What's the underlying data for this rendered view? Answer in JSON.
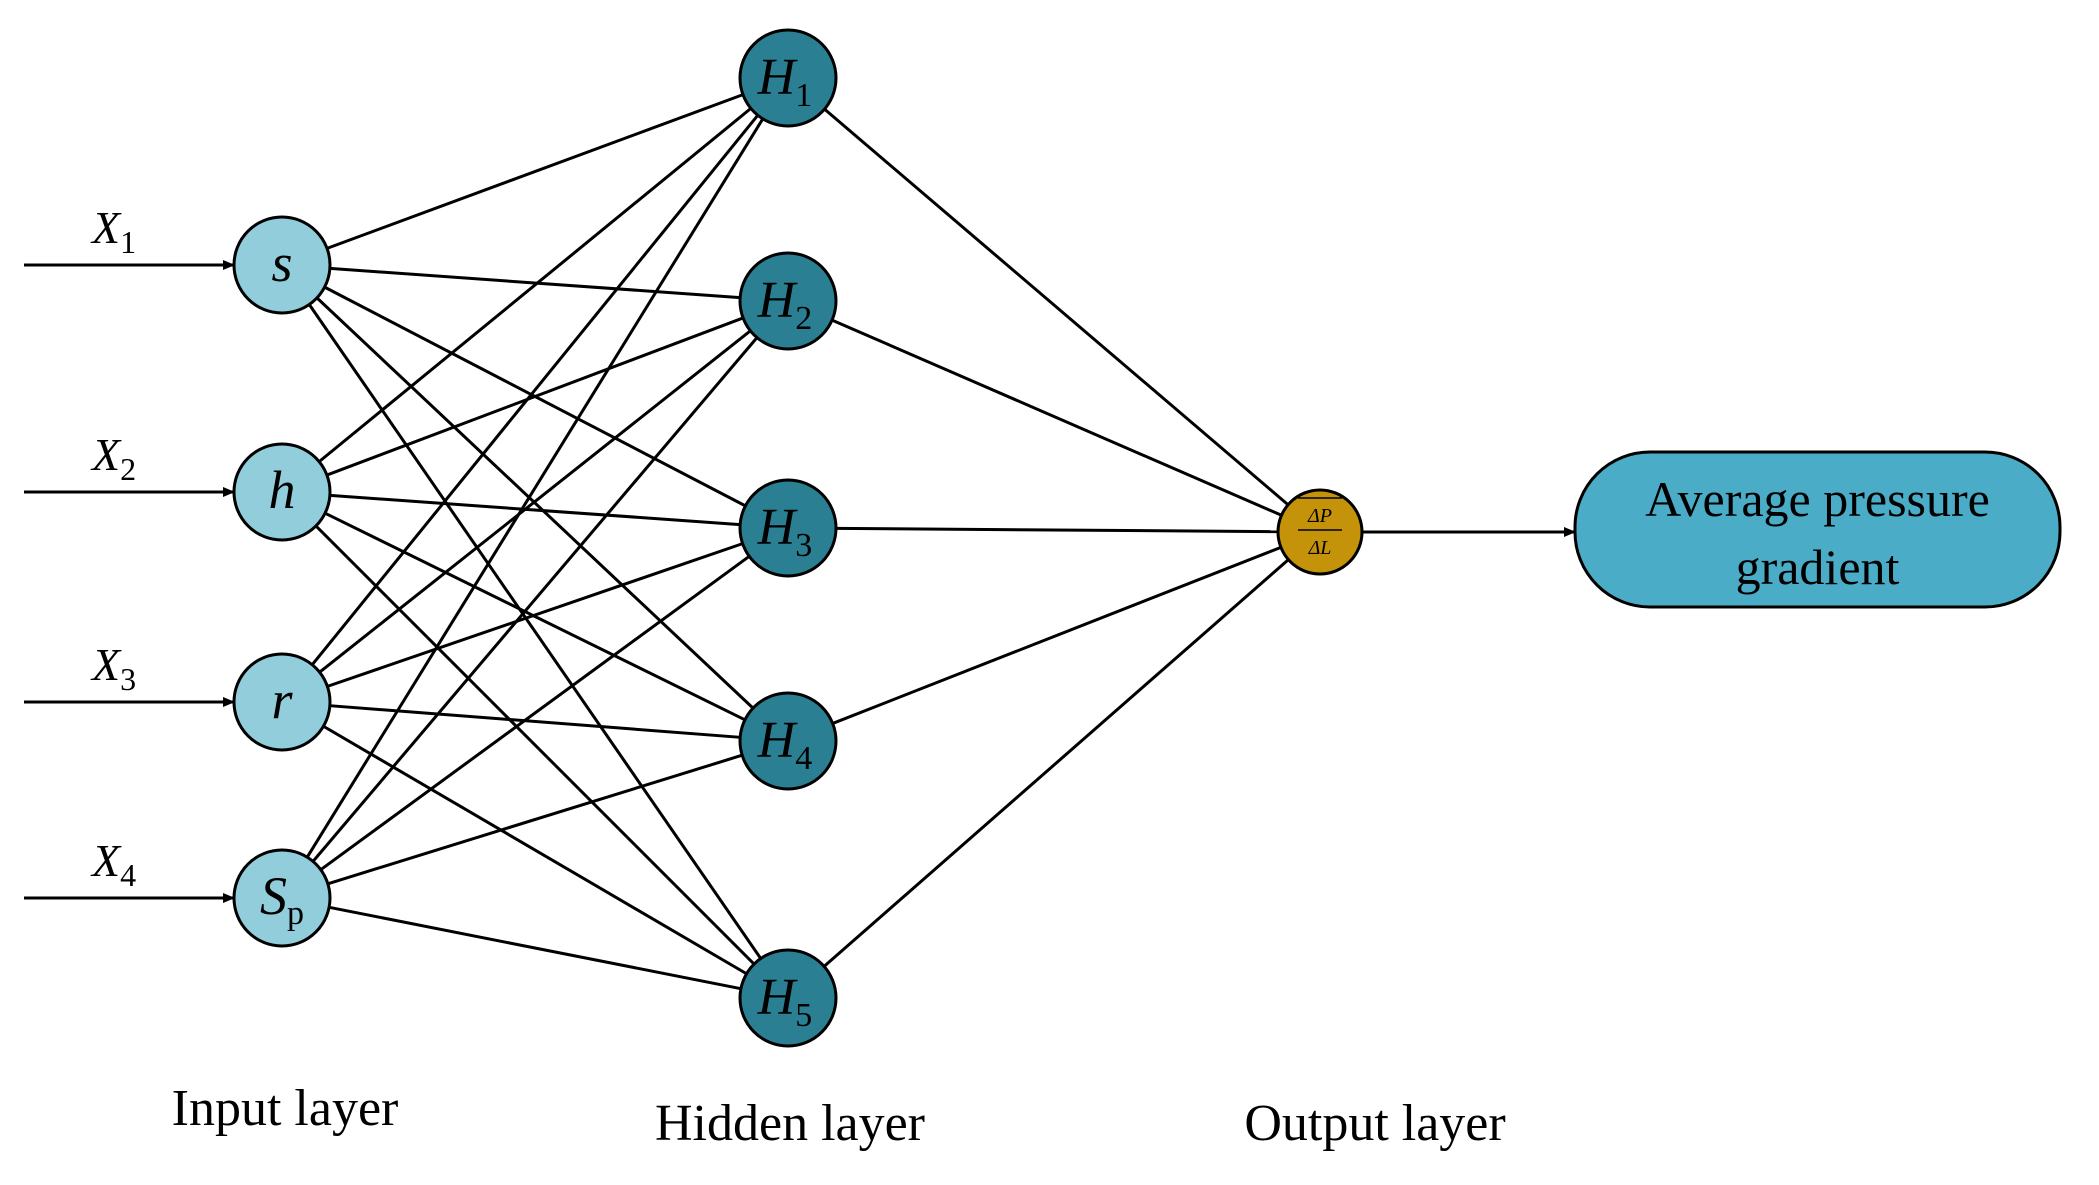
{
  "inputs": [
    {
      "var": "X",
      "sub": "1",
      "node": "s",
      "node_sub": ""
    },
    {
      "var": "X",
      "sub": "2",
      "node": "h",
      "node_sub": ""
    },
    {
      "var": "X",
      "sub": "3",
      "node": "r",
      "node_sub": ""
    },
    {
      "var": "X",
      "sub": "4",
      "node": "S",
      "node_sub": "p"
    }
  ],
  "hidden": [
    {
      "name": "H",
      "sub": "1"
    },
    {
      "name": "H",
      "sub": "2"
    },
    {
      "name": "H",
      "sub": "3"
    },
    {
      "name": "H",
      "sub": "4"
    },
    {
      "name": "H",
      "sub": "5"
    }
  ],
  "output_node": {
    "numerator": "ΔP",
    "denominator": "ΔL"
  },
  "result": {
    "line1": "Average pressure",
    "line2": "gradient"
  },
  "layer_labels": {
    "input": "Input layer",
    "hidden": "Hidden layer",
    "output": "Output layer"
  },
  "colors": {
    "input_node": "#92cddc",
    "hidden_node": "#2b7f93",
    "output_node": "#c49309",
    "result_box": "#4aacc6",
    "line": "#000000"
  }
}
